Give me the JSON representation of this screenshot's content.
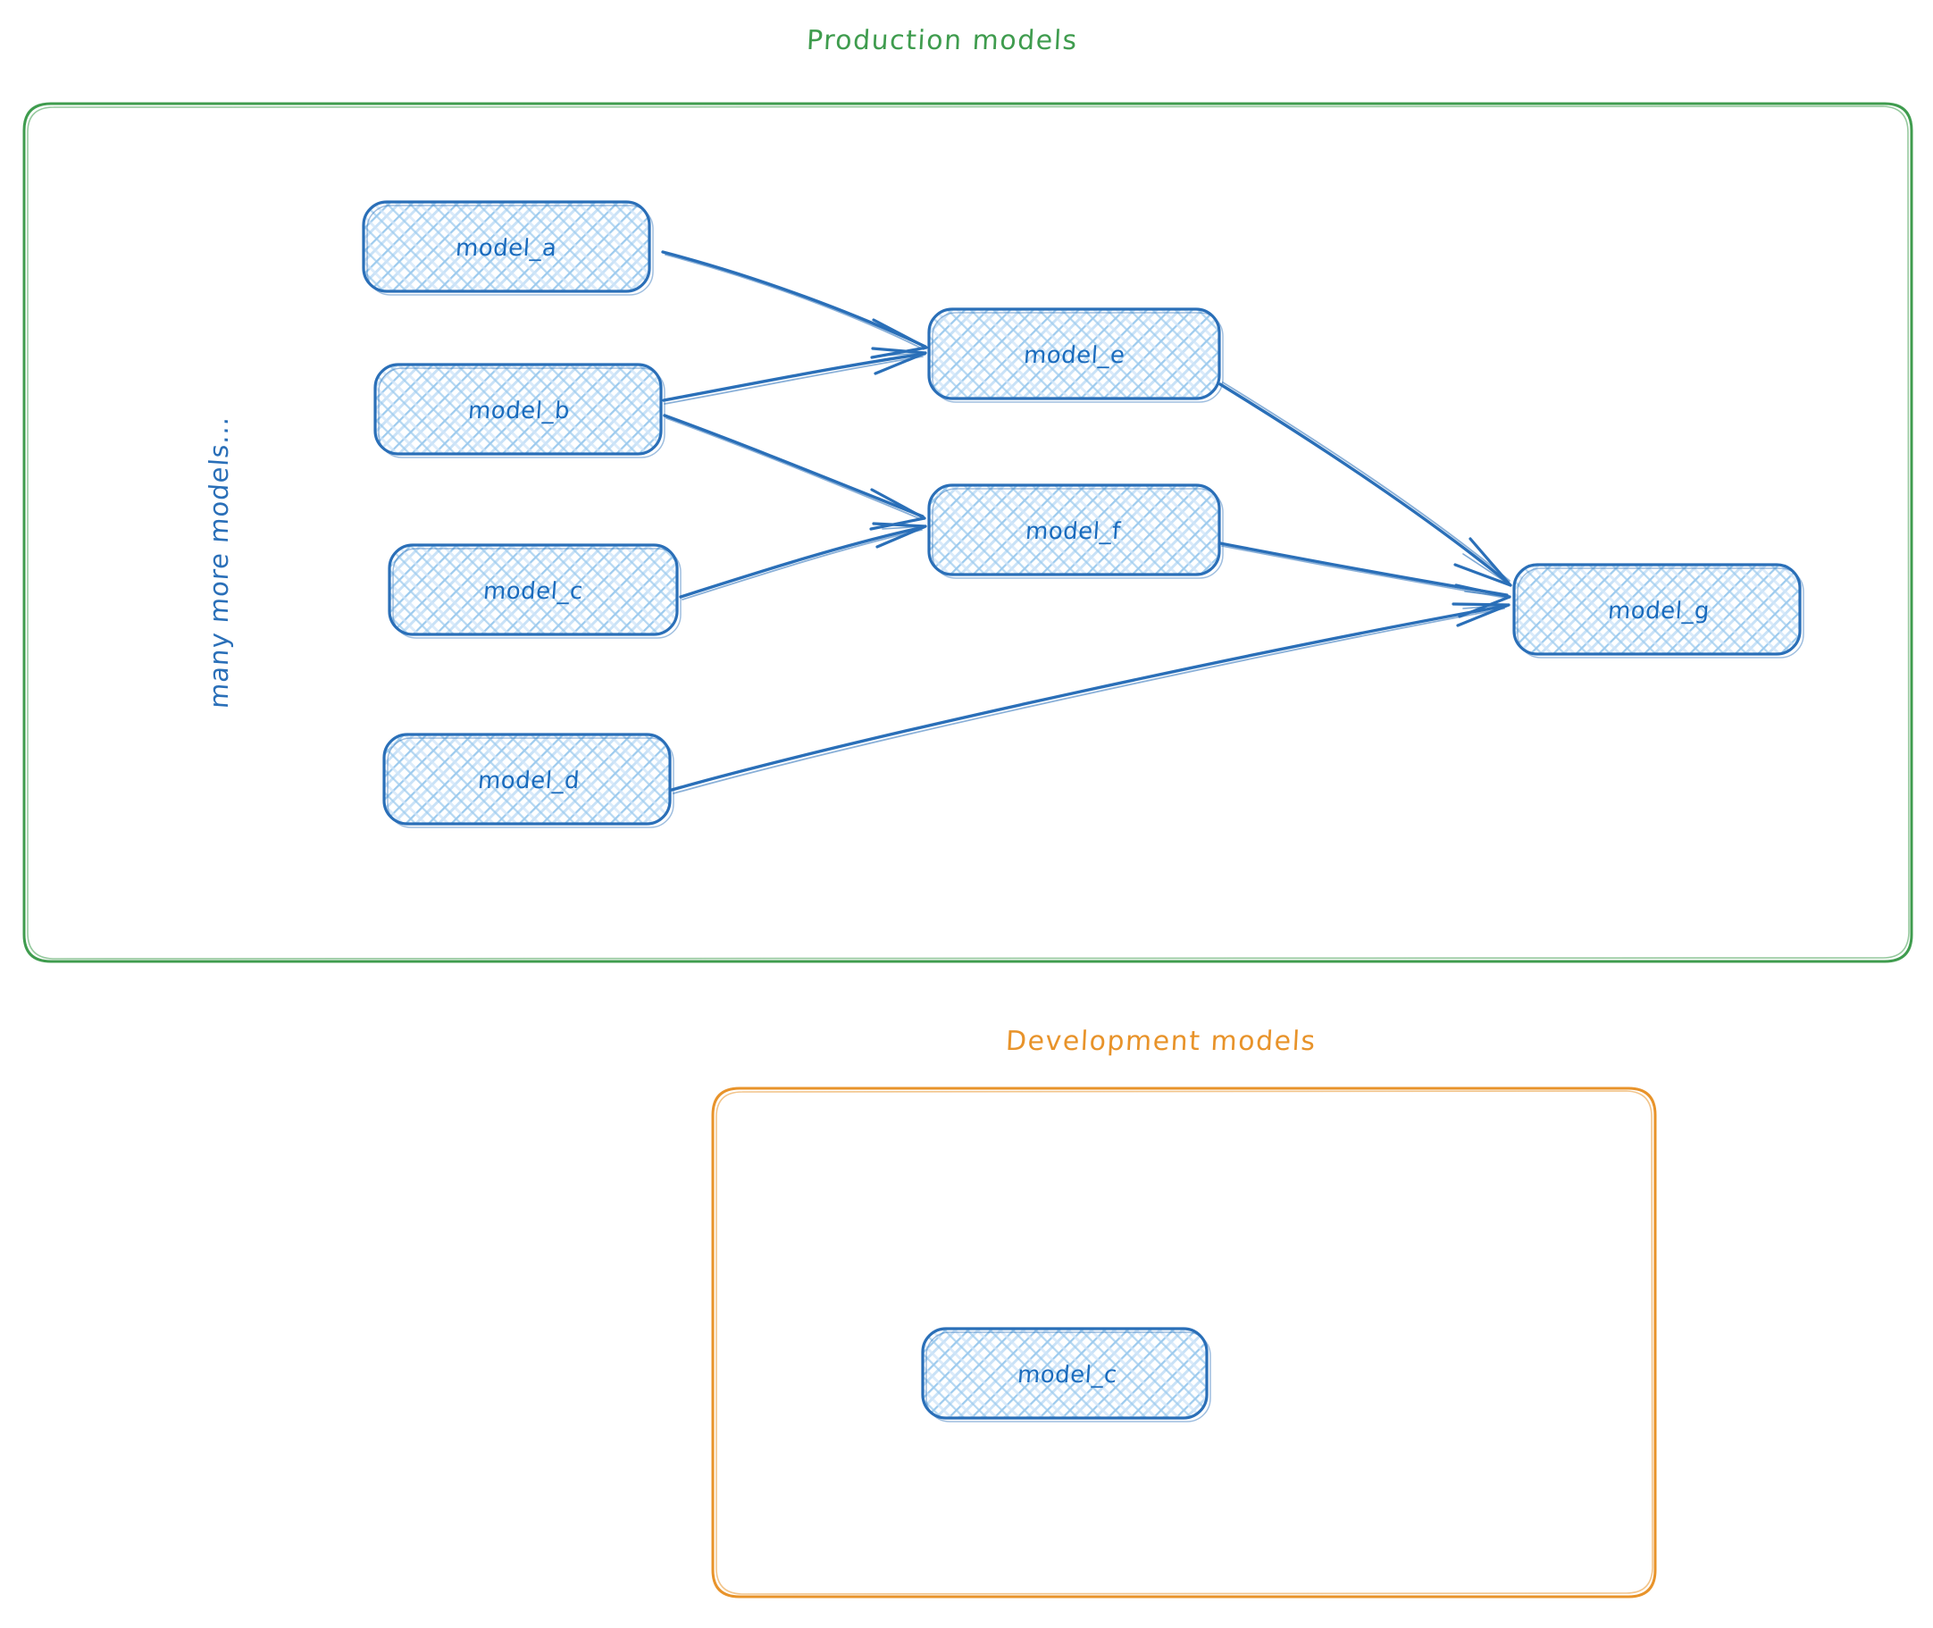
{
  "diagram": {
    "type": "dag",
    "title_production": "Production models",
    "title_development": "Development models",
    "side_note": "many more models...",
    "colors": {
      "production_border": "#3f9c4e",
      "development_border": "#e8932a",
      "node_stroke": "#2a6fb8",
      "node_fill_hatch": "#8fc2ec",
      "node_text": "#1a6bbd",
      "edge": "#2a6fb8",
      "background": "#ffffff"
    },
    "production": {
      "label": "Production models",
      "nodes": [
        {
          "id": "model_a",
          "label": "model_a"
        },
        {
          "id": "model_b",
          "label": "model_b"
        },
        {
          "id": "model_c",
          "label": "model_c"
        },
        {
          "id": "model_d",
          "label": "model_d"
        },
        {
          "id": "model_e",
          "label": "model_e"
        },
        {
          "id": "model_f",
          "label": "model_f"
        },
        {
          "id": "model_g",
          "label": "model_g"
        }
      ],
      "edges": [
        {
          "from": "model_a",
          "to": "model_e"
        },
        {
          "from": "model_b",
          "to": "model_e"
        },
        {
          "from": "model_b",
          "to": "model_f"
        },
        {
          "from": "model_c",
          "to": "model_f"
        },
        {
          "from": "model_e",
          "to": "model_g"
        },
        {
          "from": "model_f",
          "to": "model_g"
        },
        {
          "from": "model_d",
          "to": "model_g"
        }
      ]
    },
    "development": {
      "label": "Development models",
      "nodes": [
        {
          "id": "dev_model_c",
          "label": "model_c"
        }
      ],
      "edges": []
    }
  },
  "labels": {
    "model_a": "model_a",
    "model_b": "model_b",
    "model_c": "model_c",
    "model_d": "model_d",
    "model_e": "model_e",
    "model_f": "model_f",
    "model_g": "model_g",
    "dev_model_c": "model_c"
  }
}
